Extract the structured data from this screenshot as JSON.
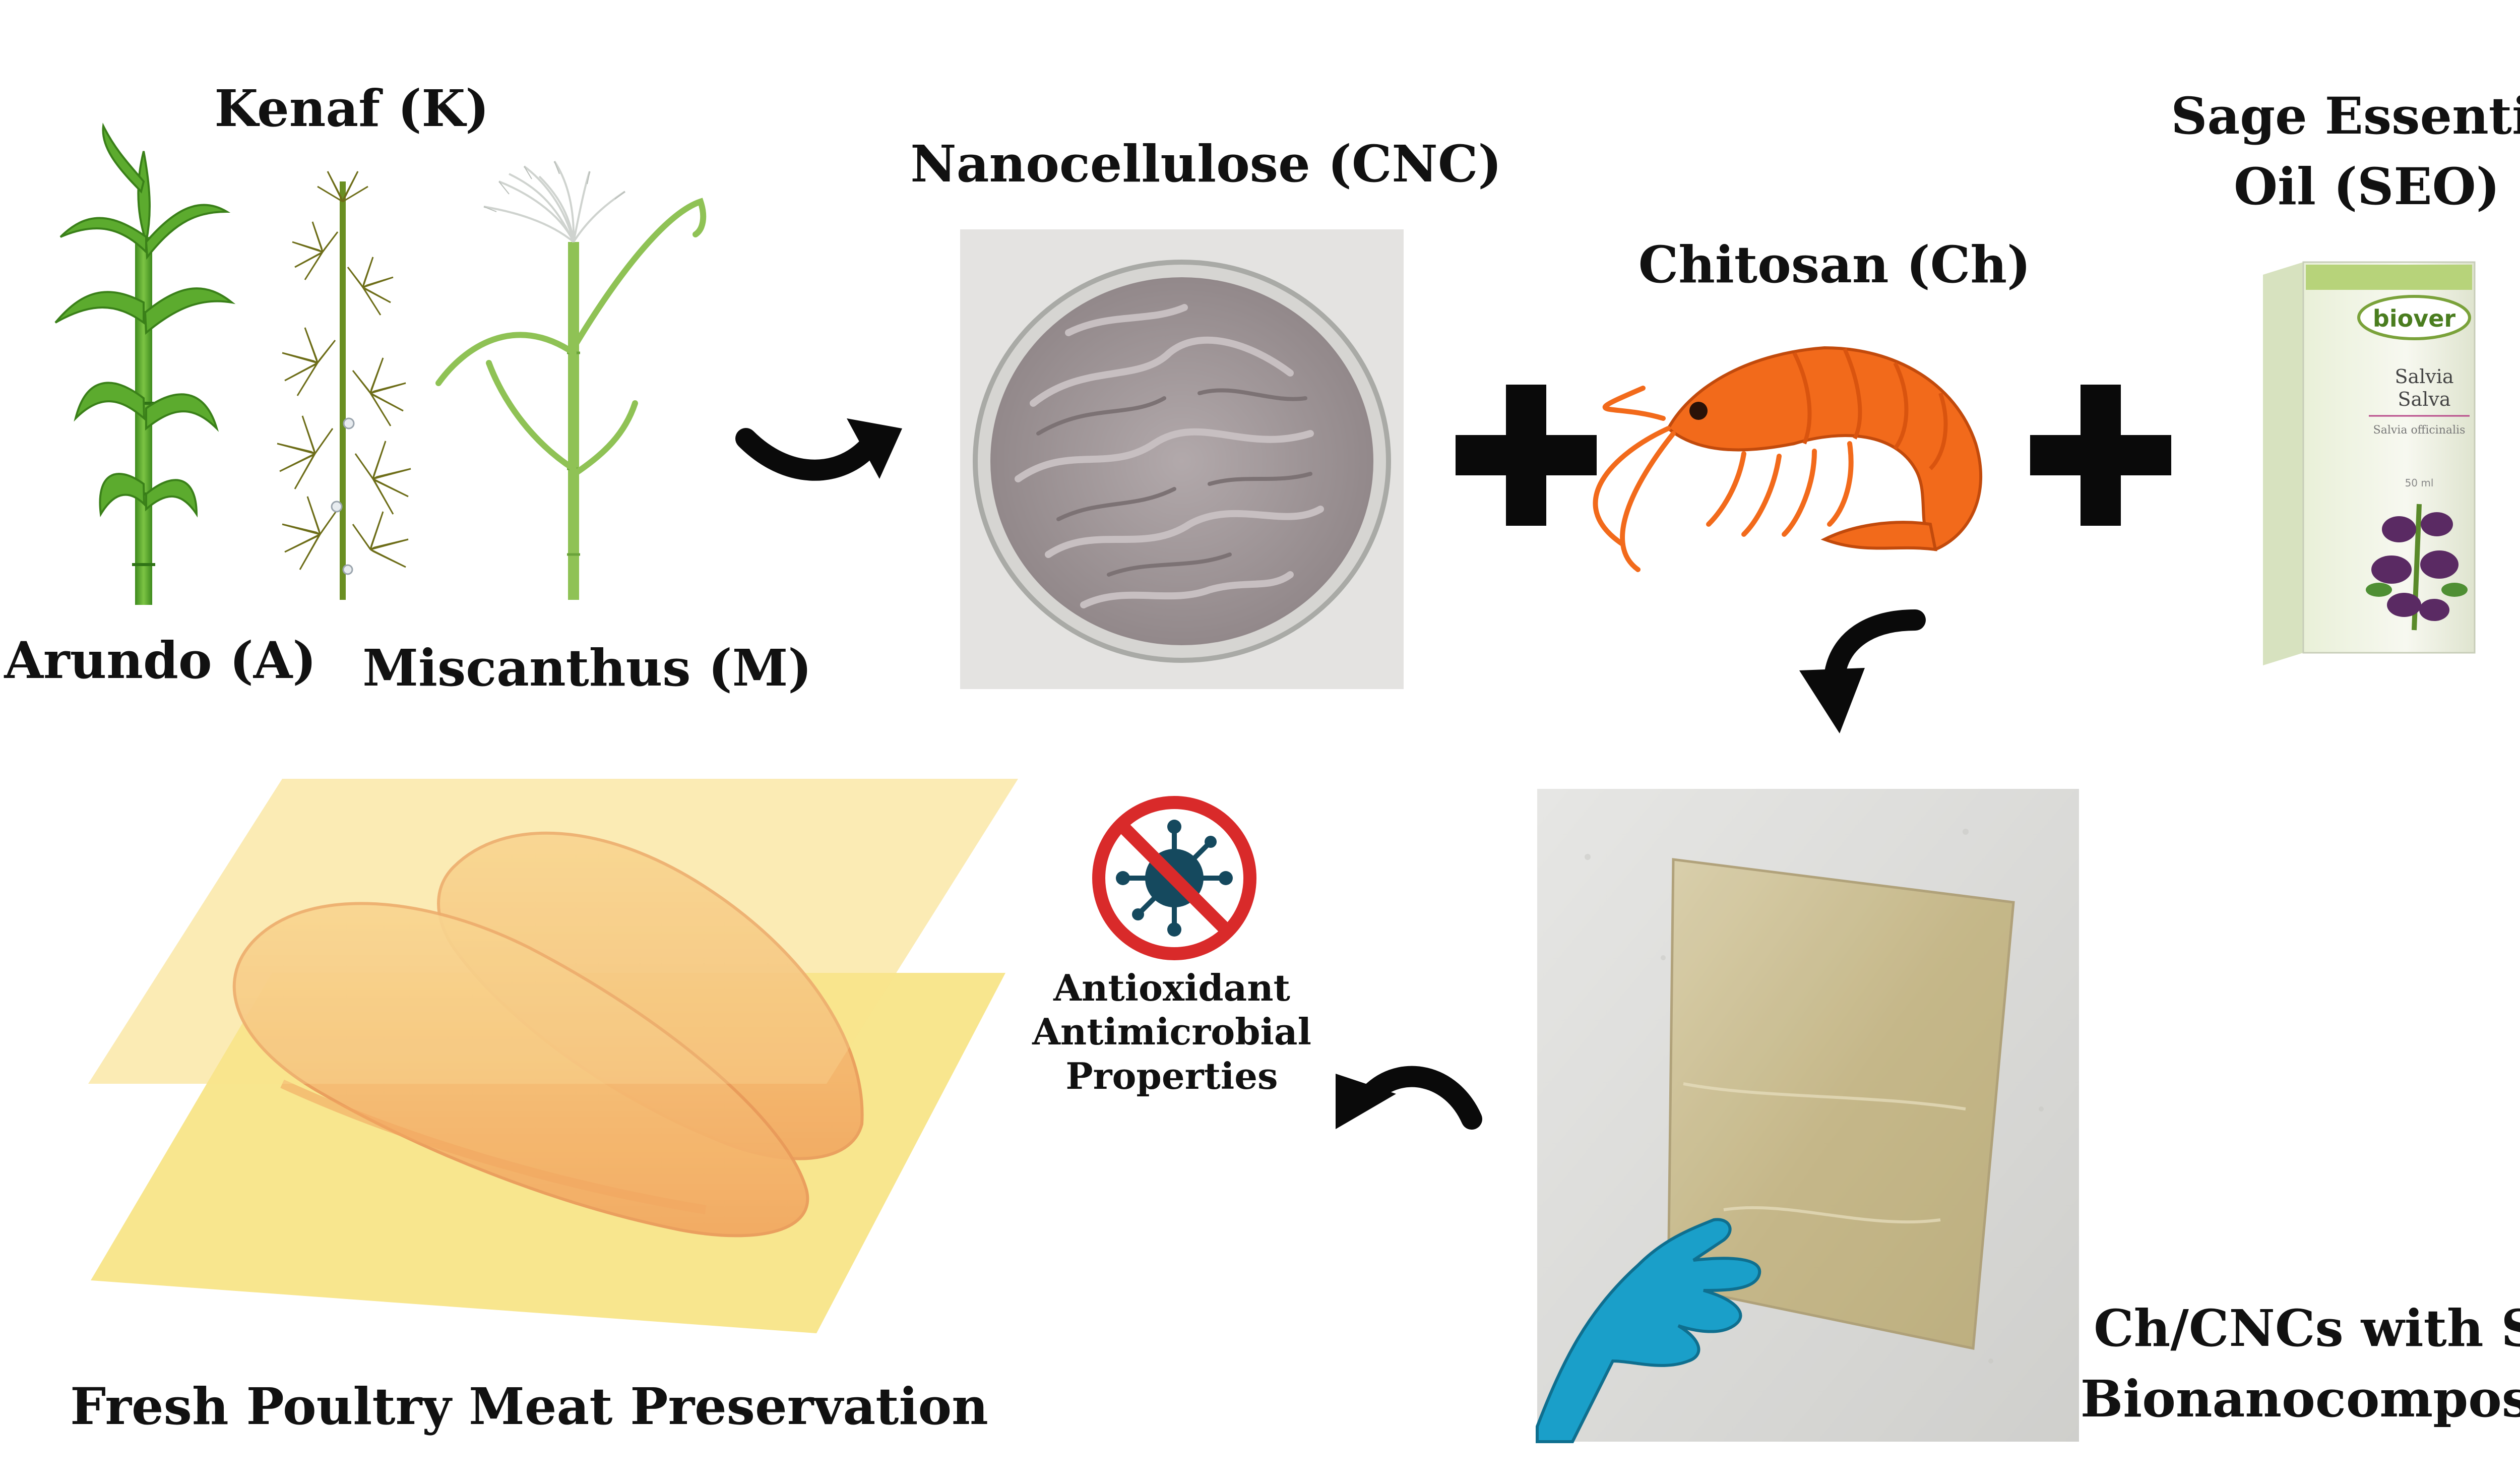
{
  "title": "",
  "labels": {
    "kenaf": "Kenaf (K)",
    "arundo": "Arundo (A)",
    "miscanthus": "Miscanthus (M)",
    "nanocellulose": "Nanocellulose (CNC)",
    "chitosan": "Chitosan (Ch)",
    "sage_line1": "Sage Essential",
    "sage_line2": "Oil (SEO)",
    "film_line1": "Ch/CNCs with SEO",
    "film_line2": "Bionanocomposites",
    "properties_line1": "Antioxidant",
    "properties_line2": "Antimicrobial",
    "properties_line3": "Properties",
    "application": "Fresh Poultry Meat Preservation"
  },
  "product_box": {
    "brand": "biover",
    "name_line1": "Salvia",
    "name_line2": "Salva",
    "latin": "Salvia officinalis",
    "volume": "50 ml"
  },
  "icons": [
    "curved-arrow-icon",
    "plus-icon",
    "no-microbe-icon"
  ],
  "colors": {
    "text": "#111111",
    "plant_green": "#5cab2e",
    "shrimp": "#f26a1b",
    "gel": "#a39a9c",
    "film": "#c9b98a",
    "glove": "#1a9fc9",
    "sheet_yellow": "#f7e27a",
    "meat": "#f3b96a",
    "prohibit_red": "#d92a2a",
    "microbe": "#15495e"
  }
}
